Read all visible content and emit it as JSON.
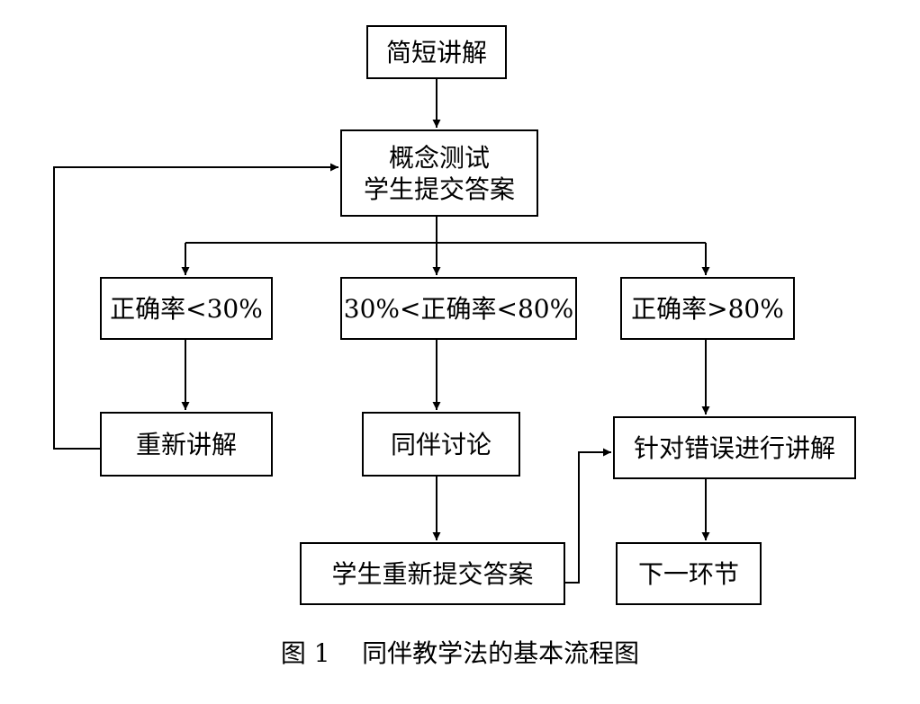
{
  "nodes": {
    "jianduan": {
      "label": "简短讲解"
    },
    "ceshi": {
      "line1": "概念测试",
      "line2": "学生提交答案"
    },
    "low": {
      "label": "正确率<30%"
    },
    "mid": {
      "label": "30%<正确率<80%"
    },
    "high": {
      "label": "正确率>80%"
    },
    "chongxin": {
      "label": "重新讲解"
    },
    "tongban": {
      "label": "同伴讨论"
    },
    "zhendui": {
      "label": "针对错误进行讲解"
    },
    "tijiao": {
      "label": "学生重新提交答案"
    },
    "xiayi": {
      "label": "下一环节"
    }
  },
  "caption": {
    "figure": "图 1",
    "title": "同伴教学法的基本流程图"
  },
  "colors": {
    "line": "#000000",
    "background": "#ffffff"
  }
}
